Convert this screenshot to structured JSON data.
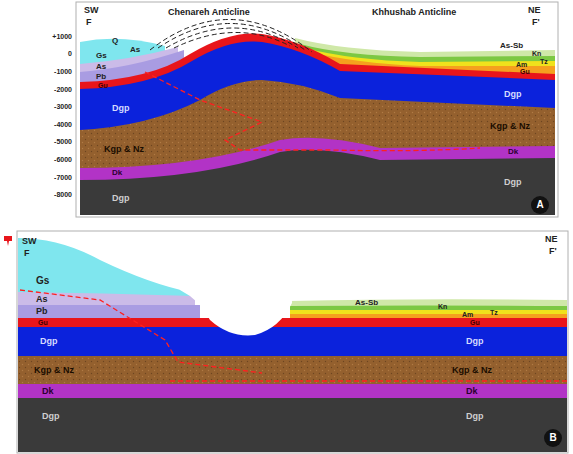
{
  "diagram": {
    "labels": [
      "SW",
      "F",
      "Chenareh Anticline",
      "Khhushab Anticline",
      "NE",
      "F'",
      "+1000",
      "0",
      "-1000",
      "-2000",
      "-3000",
      "-4000",
      "-5000",
      "-6000",
      "-7000",
      "-8000",
      "Q",
      "As",
      "Gs",
      "As",
      "Pb",
      "Gu",
      "Dgp",
      "Kgp & Nz",
      "Dk",
      "Dgp",
      "As-Sb",
      "Kn",
      "Tz",
      "Am",
      "Gu",
      "Dgp",
      "Kgp & Nz",
      "Dk",
      "Dgp",
      "A",
      "SW",
      "F",
      "NE",
      "F'",
      "Gs",
      "As",
      "Pb",
      "Gu",
      "Dgp",
      "Kgp & Nz",
      "Dk",
      "Dgp",
      "As-Sb",
      "Kn",
      "Tz",
      "Am",
      "Gu",
      "Dgp",
      "Kgp & Nz",
      "Dk",
      "Dgp",
      "B"
    ]
  }
}
